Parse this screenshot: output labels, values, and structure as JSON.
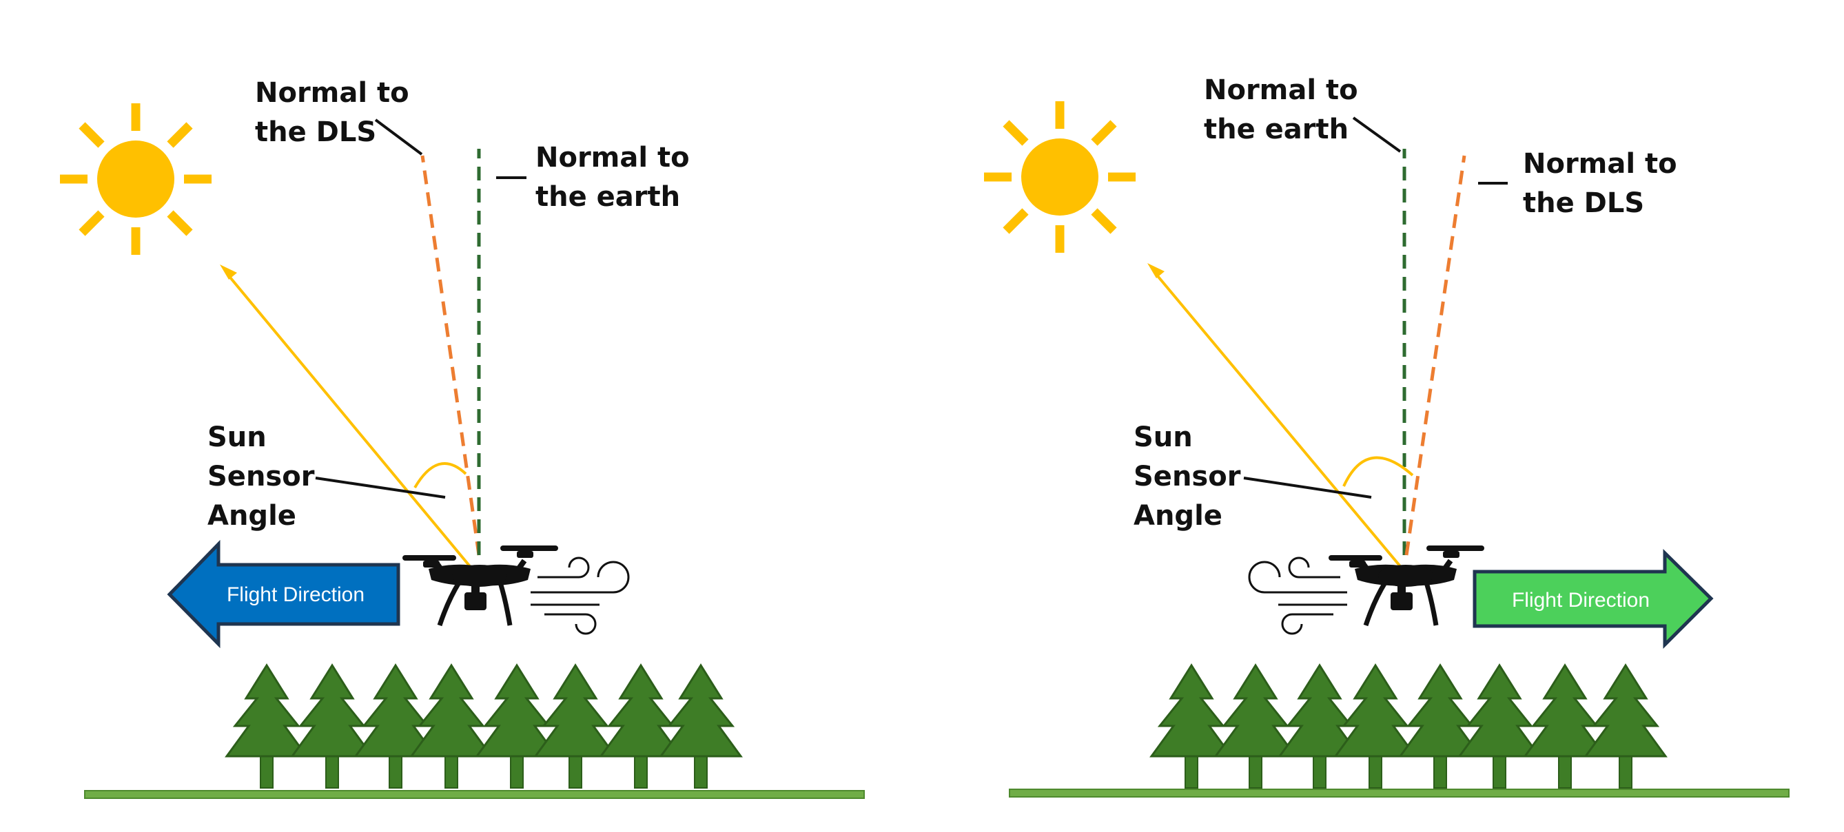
{
  "colors": {
    "sun": "#FFC000",
    "dls_normal": "#ED7D31",
    "earth_normal": "#2E6B30",
    "tree": "#3E7D26",
    "tree_outline": "#2C5E1A",
    "ground": "#70AD47",
    "ground_outline": "#4E8A2E",
    "flight_left": "#0070C0",
    "flight_right": "#4CD05B",
    "arrow_outline": "#1F3550"
  },
  "left_panel": {
    "label_dls": [
      "Normal to",
      "the DLS"
    ],
    "label_earth": [
      "Normal to",
      "the earth"
    ],
    "label_angle": [
      "Sun",
      "Sensor",
      "Angle"
    ],
    "flight_label": "Flight Direction",
    "flight_direction": "left",
    "icons": [
      "sun-icon",
      "drone-icon",
      "wind-icon",
      "tree-icon"
    ]
  },
  "right_panel": {
    "label_earth": [
      "Normal to",
      "the earth"
    ],
    "label_dls": [
      "Normal to",
      "the DLS"
    ],
    "label_angle": [
      "Sun",
      "Sensor",
      "Angle"
    ],
    "flight_label": "Flight Direction",
    "flight_direction": "right",
    "icons": [
      "sun-icon",
      "drone-icon",
      "wind-icon",
      "tree-icon"
    ]
  }
}
